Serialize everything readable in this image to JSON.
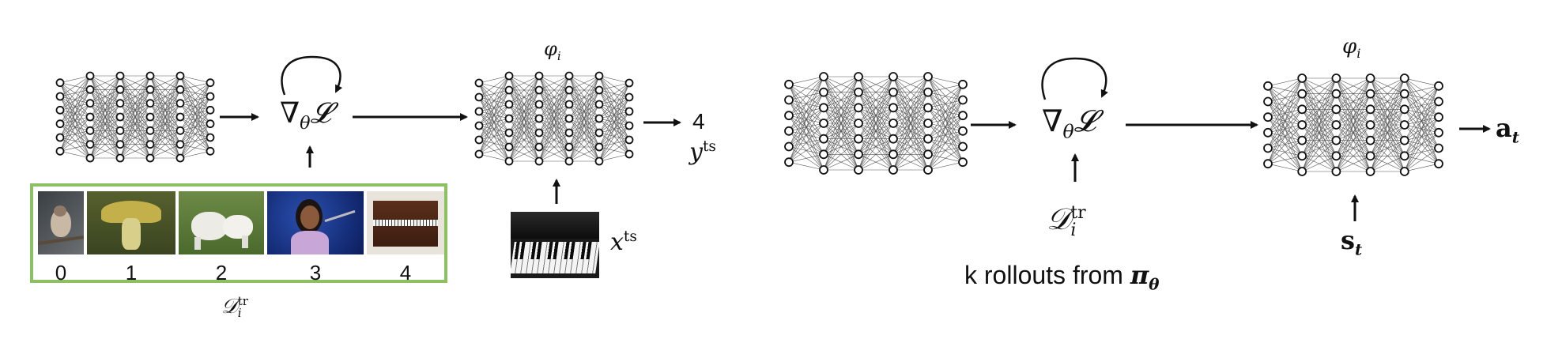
{
  "left_panel": {
    "grad_label": "∇",
    "grad_sub": "θ",
    "loss_label": "𝓛",
    "phi_label": "φ",
    "phi_sub": "i",
    "output_value": "4",
    "y_label": "y",
    "y_sup": "ts",
    "x_label": "x",
    "x_sup": "ts",
    "support_labels": [
      "0",
      "1",
      "2",
      "3",
      "4"
    ],
    "support_images": [
      "bird",
      "mushroom",
      "dog",
      "singer",
      "piano"
    ],
    "support_set_label": "𝒟",
    "support_set_sub": "i",
    "support_set_sup": "tr",
    "query_image": "piano-keys"
  },
  "right_panel": {
    "grad_label": "∇",
    "grad_sub": "θ",
    "loss_label": "𝓛",
    "phi_label": "φ",
    "phi_sub": "i",
    "data_label": "𝒟",
    "data_sub": "i",
    "data_sup": "tr",
    "rollouts_text": "k rollouts from ",
    "policy_symbol": "π",
    "policy_sub": "θ",
    "action_label": "a",
    "action_sub": "t",
    "state_label": "s",
    "state_sub": "t"
  },
  "colors": {
    "support_border": "#8cc063",
    "lines": "#111111"
  }
}
